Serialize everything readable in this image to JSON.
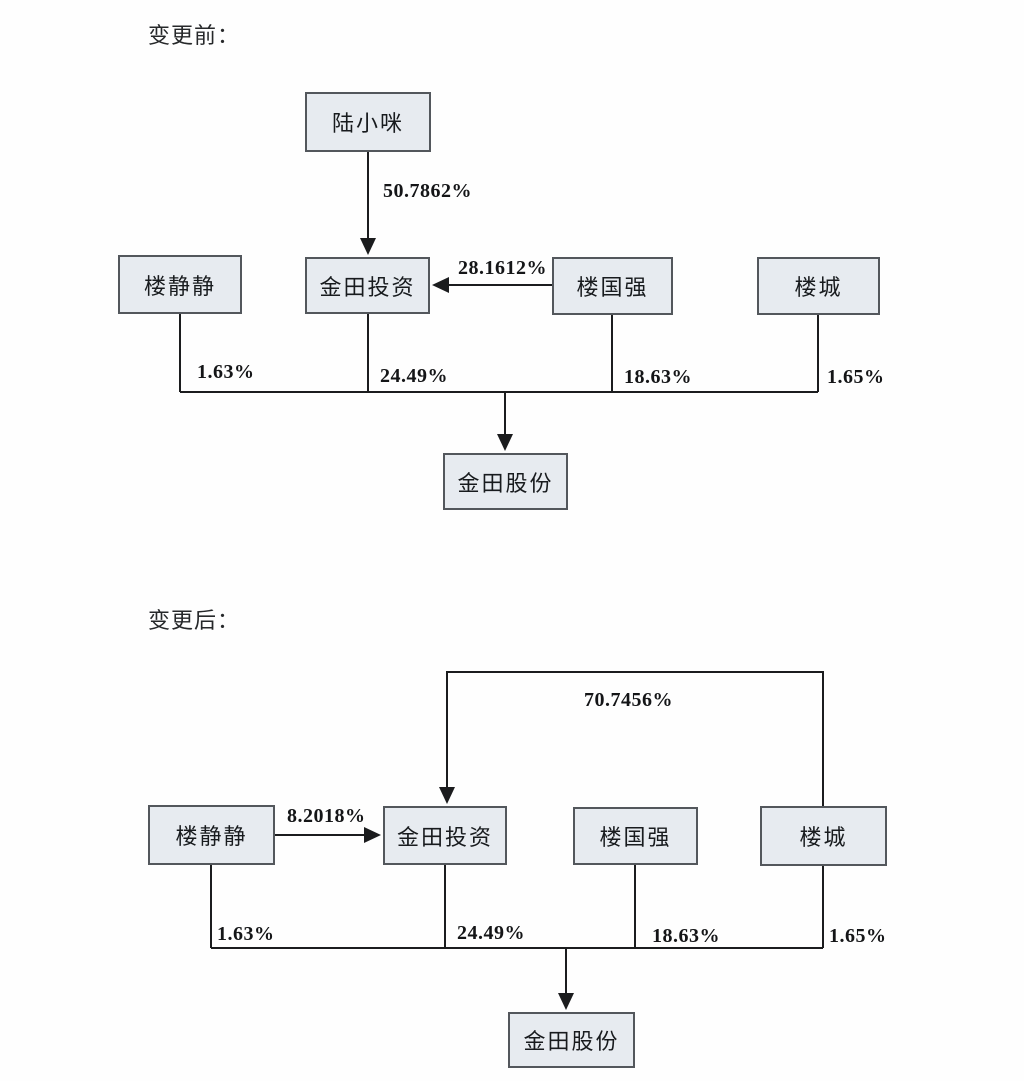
{
  "colors": {
    "node_fill": "#e7ebf0",
    "node_border": "#53575c",
    "connector": "#1b1c1e",
    "background": "#fefefe"
  },
  "before": {
    "heading": "变更前：",
    "nodes": {
      "lu_xiaomi": "陆小咪",
      "lou_jingjing": "楼静静",
      "jintian_investment": "金田投资",
      "lou_guoqiang": "楼国强",
      "lou_cheng": "楼城",
      "jintian_shares": "金田股份"
    },
    "edges": {
      "lu_xiaomi_to_jintian_investment": "50.7862%",
      "lou_guoqiang_to_jintian_investment": "28.1612%",
      "lou_jingjing_to_jintian_shares": "1.63%",
      "jintian_investment_to_jintian_shares": "24.49%",
      "lou_guoqiang_to_jintian_shares": "18.63%",
      "lou_cheng_to_jintian_shares": "1.65%"
    }
  },
  "after": {
    "heading": "变更后：",
    "nodes": {
      "lou_jingjing": "楼静静",
      "jintian_investment": "金田投资",
      "lou_guoqiang": "楼国强",
      "lou_cheng": "楼城",
      "jintian_shares": "金田股份"
    },
    "edges": {
      "lou_cheng_to_jintian_investment": "70.7456%",
      "lou_jingjing_to_jintian_investment": "8.2018%",
      "lou_jingjing_to_jintian_shares": "1.63%",
      "jintian_investment_to_jintian_shares": "24.49%",
      "lou_guoqiang_to_jintian_shares": "18.63%",
      "lou_cheng_to_jintian_shares": "1.65%"
    }
  }
}
